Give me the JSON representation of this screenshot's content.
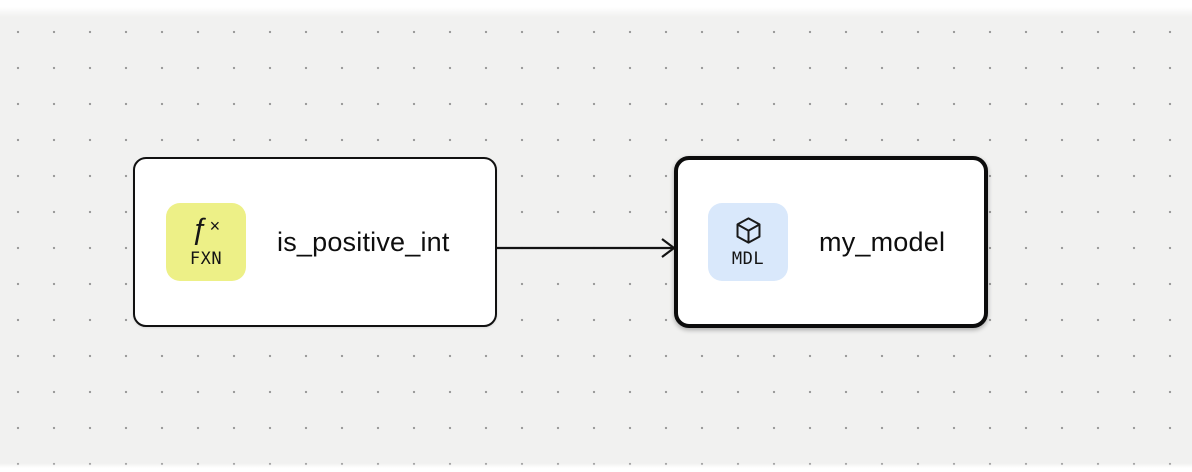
{
  "canvas": {
    "background_color": "#f1f1f0",
    "dot_color": "#9c9c9c"
  },
  "nodes": [
    {
      "id": "is_positive_int",
      "label": "is_positive_int",
      "selected": false,
      "badge": {
        "label": "FXN",
        "icon": "function-icon",
        "icon_glyph_f": "ƒ",
        "icon_glyph_x": "×",
        "color": "#edf087"
      }
    },
    {
      "id": "my_model",
      "label": "my_model",
      "selected": true,
      "badge": {
        "label": "MDL",
        "icon": "cube-icon",
        "color": "#d9e8fb"
      }
    }
  ],
  "edges": [
    {
      "from": "is_positive_int",
      "to": "my_model",
      "arrow_style": "open"
    }
  ]
}
